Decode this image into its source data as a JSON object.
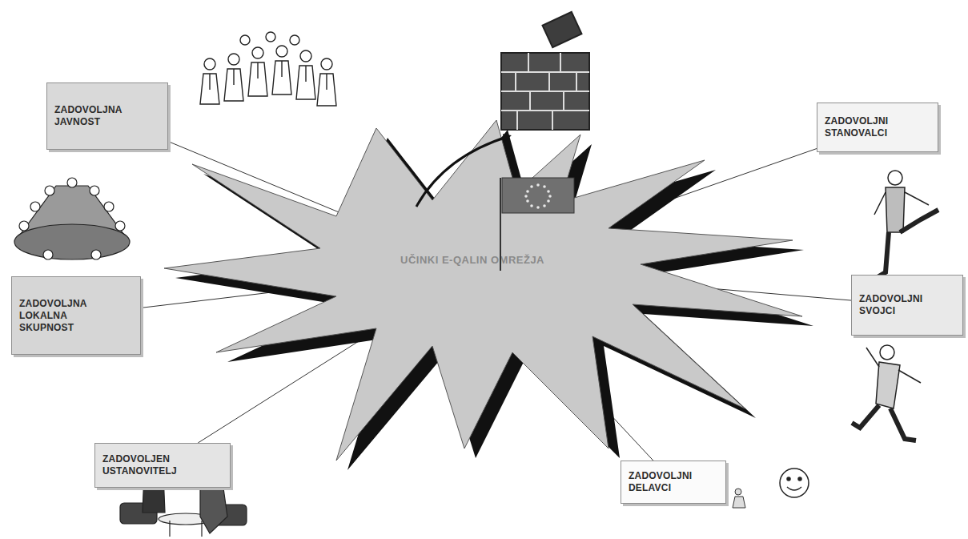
{
  "diagram": {
    "nodes": [
      {
        "text": [
          "ZADOVOLJNA JAVNOST"
        ]
      },
      {
        "text": [
          "ZADOVOLJNI STANOVALCI"
        ]
      },
      {
        "text": [
          "UČINKI E-QALIN OMREŽJA"
        ]
      },
      {
        "text": [
          "ZADOVOLJNA LOKALNA SKUPNOST"
        ]
      },
      {
        "text": [
          "ZADOVOLJNI SVOJCI"
        ]
      },
      {
        "text": [
          "ZADOVOLJEN USTANOVITELJ"
        ]
      },
      {
        "text": [
          "ZADOVOLJNI DELAVCI"
        ]
      }
    ],
    "edges": [
      {
        "from": 2,
        "to": 0,
        "arrow": "none"
      },
      {
        "from": 2,
        "to": 1,
        "arrow": "none"
      },
      {
        "from": 2,
        "to": 3,
        "arrow": "none"
      },
      {
        "from": 2,
        "to": 4,
        "arrow": "none"
      },
      {
        "from": 2,
        "to": 5,
        "arrow": "none"
      },
      {
        "from": 2,
        "to": 6,
        "arrow": "none"
      }
    ]
  }
}
